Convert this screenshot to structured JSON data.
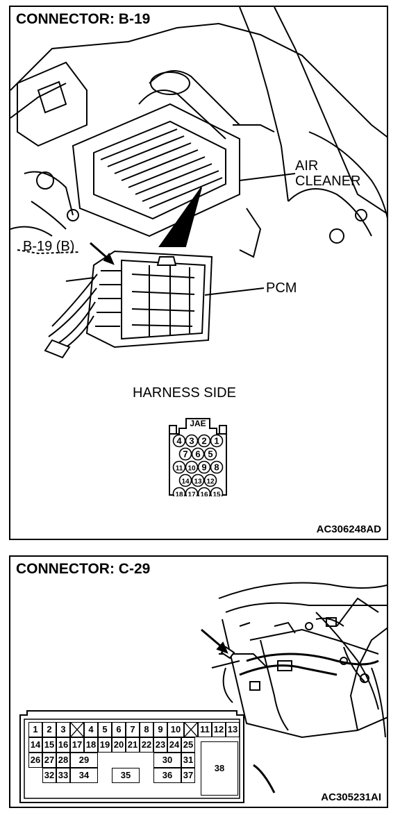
{
  "panel1": {
    "title": "CONNECTOR: B-19",
    "figure_code": "AC306248AD",
    "labels": {
      "air": "AIR",
      "cleaner": "CLEANER",
      "connector_ref": "B-19 (B)",
      "pcm": "PCM",
      "harness_side": "HARNESS SIDE",
      "jae": "JAE"
    },
    "pin_rows": [
      [
        "4",
        "3",
        "2",
        "1"
      ],
      [
        "7",
        "6",
        "5"
      ],
      [
        "11",
        "10",
        "9",
        "8"
      ],
      [
        "14",
        "13",
        "12"
      ],
      [
        "18",
        "17",
        "16",
        "15"
      ]
    ]
  },
  "panel2": {
    "title": "CONNECTOR: C-29",
    "figure_code": "AC305231AI",
    "pins": [
      {
        "id": "p1",
        "label": "1"
      },
      {
        "id": "p2",
        "label": "2"
      },
      {
        "id": "p3",
        "label": "3"
      },
      {
        "id": "p4",
        "label": "4"
      },
      {
        "id": "p5",
        "label": "5"
      },
      {
        "id": "p6",
        "label": "6"
      },
      {
        "id": "p7",
        "label": "7"
      },
      {
        "id": "p8",
        "label": "8"
      },
      {
        "id": "p9",
        "label": "9"
      },
      {
        "id": "p10",
        "label": "10"
      },
      {
        "id": "p11",
        "label": "11"
      },
      {
        "id": "p12",
        "label": "12"
      },
      {
        "id": "p13",
        "label": "13"
      },
      {
        "id": "p14",
        "label": "14"
      },
      {
        "id": "p15",
        "label": "15"
      },
      {
        "id": "p16",
        "label": "16"
      },
      {
        "id": "p17",
        "label": "17"
      },
      {
        "id": "p18",
        "label": "18"
      },
      {
        "id": "p19",
        "label": "19"
      },
      {
        "id": "p20",
        "label": "20"
      },
      {
        "id": "p21",
        "label": "21"
      },
      {
        "id": "p22",
        "label": "22"
      },
      {
        "id": "p23",
        "label": "23"
      },
      {
        "id": "p24",
        "label": "24"
      },
      {
        "id": "p25",
        "label": "25"
      },
      {
        "id": "p26",
        "label": "26"
      },
      {
        "id": "p27",
        "label": "27"
      },
      {
        "id": "p28",
        "label": "28"
      },
      {
        "id": "p29",
        "label": "29"
      },
      {
        "id": "p30",
        "label": "30"
      },
      {
        "id": "p31",
        "label": "31"
      },
      {
        "id": "p32",
        "label": "32"
      },
      {
        "id": "p33",
        "label": "33"
      },
      {
        "id": "p34",
        "label": "34"
      },
      {
        "id": "p35",
        "label": "35"
      },
      {
        "id": "p36",
        "label": "36"
      },
      {
        "id": "p37",
        "label": "37"
      },
      {
        "id": "p38",
        "label": "38"
      }
    ]
  }
}
